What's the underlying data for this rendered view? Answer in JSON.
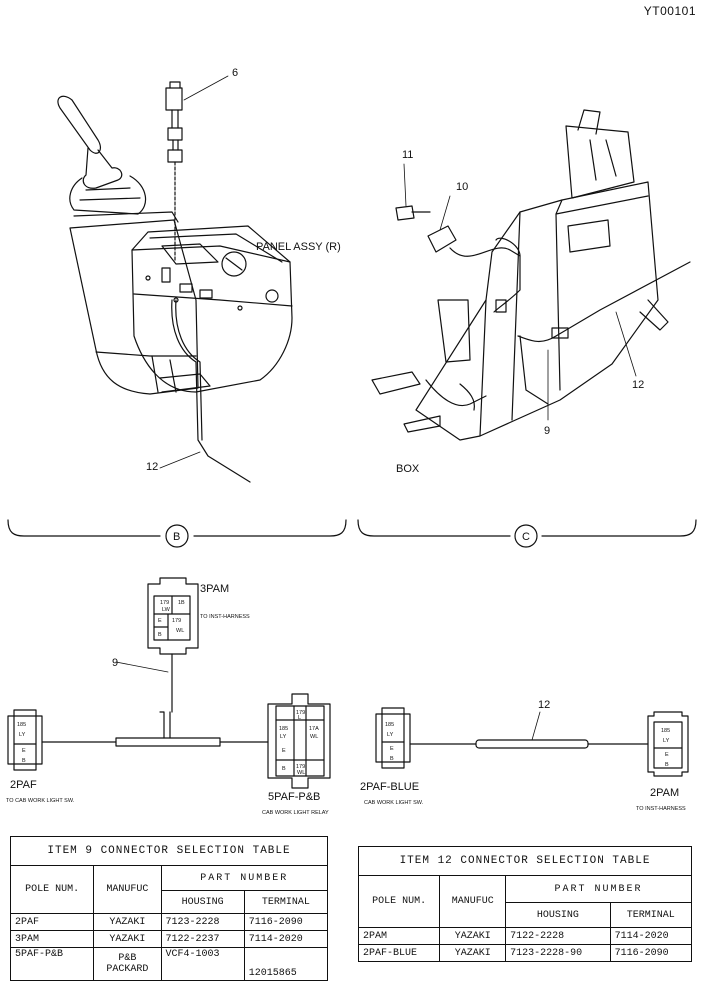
{
  "doc_id": "YT00101",
  "callouts": {
    "item6": "6",
    "item9_top": "9",
    "item9_bottom": "9",
    "item10": "10",
    "item11": "11",
    "item12_b": "12",
    "item12_c": "12",
    "item12_bottom": "12"
  },
  "labels": {
    "panel_assy": "PANEL ASSY (R)",
    "box": "BOX",
    "section_b": "B",
    "section_c": "C"
  },
  "connectors": {
    "c3pam": {
      "name": "3PAM",
      "note": "TO INST-HARNESS"
    },
    "c2paf": {
      "name": "2PAF",
      "note": "TO CAB WORK LIGHT SW."
    },
    "c5paf": {
      "name": "5PAF-P&B",
      "note": "CAB WORK LIGHT RELAY"
    },
    "c2paf_blue": {
      "name": "2PAF-BLUE",
      "note": "CAB WORK LIGHT SW."
    },
    "c2pam": {
      "name": "2PAM",
      "note": "TO INST-HARNESS"
    }
  },
  "pins": {
    "c3pam": [
      "179",
      "LW",
      "E",
      "B",
      "179",
      "WL",
      "1B"
    ],
    "c2paf": [
      "185",
      "LY",
      "E",
      "B"
    ],
    "c5paf": [
      "179",
      "L",
      "185",
      "LY",
      "17A",
      "WL",
      "E",
      "B",
      "179",
      "WL"
    ],
    "c2paf_blue": [
      "185",
      "LY",
      "E",
      "B"
    ],
    "c2pam": [
      "185",
      "LY",
      "E",
      "B"
    ]
  },
  "table9": {
    "title": "ITEM  9  CONNECTOR SELECTION TABLE",
    "col_pole": "POLE NUM.",
    "col_manuf": "MANUFUC",
    "col_part": "PART NUMBER",
    "col_housing": "HOUSING",
    "col_terminal": "TERMINAL",
    "rows": [
      {
        "pole": "2PAF",
        "manuf": "YAZAKI",
        "housing": "7123-2228",
        "terminal": "7116-2090"
      },
      {
        "pole": "3PAM",
        "manuf": "YAZAKI",
        "housing": "7122-2237",
        "terminal": "7114-2020"
      },
      {
        "pole": "5PAF-P&B",
        "manuf": "P&B",
        "manuf2": "PACKARD",
        "housing": "VCF4-1003",
        "terminal": "12015865"
      }
    ]
  },
  "table12": {
    "title": "ITEM  12  CONNECTOR SELECTION TABLE",
    "col_pole": "POLE NUM.",
    "col_manuf": "MANUFUC",
    "col_part": "PART NUMBER",
    "col_housing": "HOUSING",
    "col_terminal": "TERMINAL",
    "rows": [
      {
        "pole": "2PAM",
        "manuf": "YAZAKI",
        "housing": "7122-2228",
        "terminal": "7114-2020"
      },
      {
        "pole": "2PAF-BLUE",
        "manuf": "YAZAKI",
        "housing": "7123-2228-90",
        "terminal": "7116-2090"
      }
    ]
  }
}
